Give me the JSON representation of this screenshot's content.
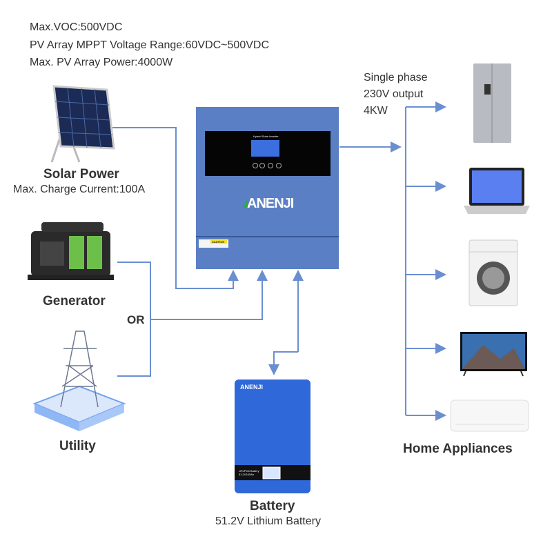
{
  "specs": [
    "Max.VOC:500VDC",
    "PV Array MPPT Voltage Range:60VDC~500VDC",
    "Max. PV Array Power:4000W"
  ],
  "solar": {
    "title": "Solar Power",
    "subtitle": "Max. Charge Current:100A"
  },
  "generator": {
    "title": "Generator"
  },
  "or_label": "OR",
  "utility": {
    "title": "Utility"
  },
  "battery": {
    "title": "Battery",
    "subtitle": "51.2V Lithium Battery",
    "brand": "ANENJI",
    "panel_text": "LiFePO4 Battery 51.2V100Ah"
  },
  "inverter": {
    "brand": "ANENJI",
    "display_title": "Hybrid Solar Inverter",
    "caution": "CAUTION"
  },
  "output": {
    "lines": [
      "Single phase",
      "230V output",
      "4KW"
    ]
  },
  "appliances": {
    "title": "Home Appliances",
    "items": [
      "refrigerator",
      "laptop",
      "washing-machine",
      "television",
      "air-conditioner"
    ]
  },
  "colors": {
    "line": "#6a8fd0",
    "inverter": "#5b7fc4",
    "battery": "#2f68d8",
    "logo_green": "#2ea84a"
  }
}
